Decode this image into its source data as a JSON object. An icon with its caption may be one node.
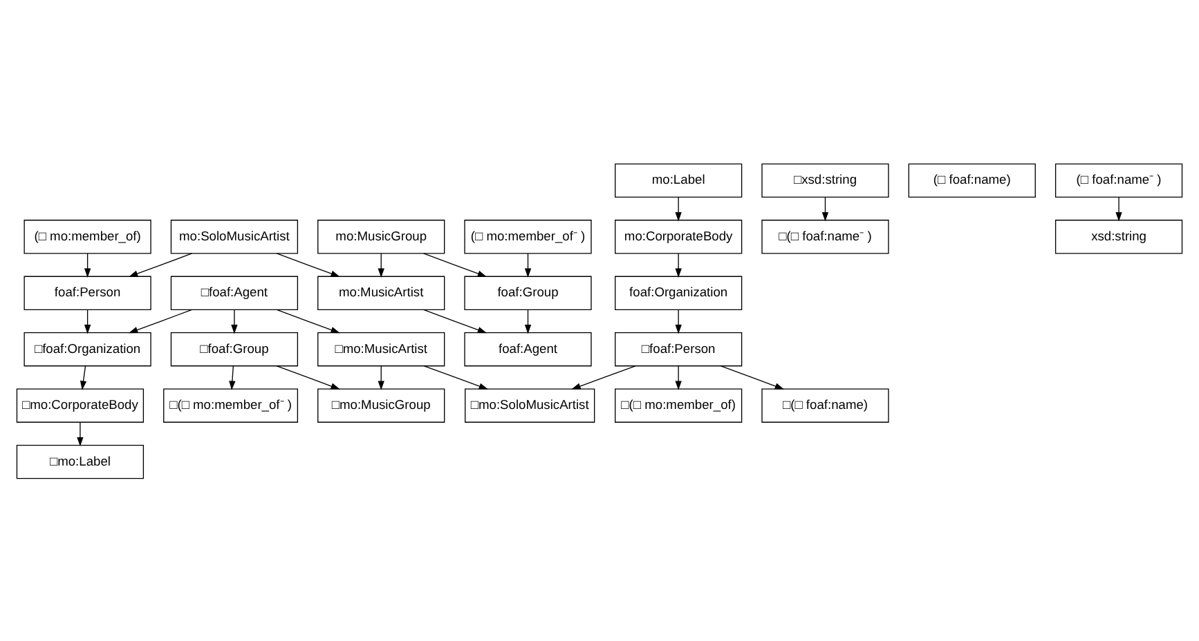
{
  "diagram": {
    "nodes": [
      {
        "text": [
          "□(□ mo:member_of)"
        ]
      },
      {
        "text": [
          "□(□ foaf:name)"
        ]
      },
      {
        "text": [
          "□mo:SoloMusicArtist"
        ]
      },
      {
        "text": [
          "□foaf:Person"
        ]
      },
      {
        "text": [
          "□mo:MusicArtist"
        ]
      },
      {
        "text": [
          "□mo:MusicGroup"
        ]
      },
      {
        "text": [
          "□foaf:Agent"
        ]
      },
      {
        "text": [
          "□foaf:Group"
        ]
      },
      {
        "text": [
          "□foaf:Organization"
        ]
      },
      {
        "text": [
          "□(□ mo:member_of⁻ )"
        ]
      },
      {
        "text": [
          "□mo:CorporateBody"
        ]
      },
      {
        "text": [
          "□mo:Label"
        ]
      },
      {
        "text": [
          "□(□ foaf:name⁻ )"
        ]
      },
      {
        "text": [
          "□xsd:string"
        ]
      },
      {
        "text": [
          "(□ foaf:name)"
        ]
      },
      {
        "text": [
          "(□ mo:member_of)"
        ]
      },
      {
        "text": [
          "foaf:Person"
        ]
      },
      {
        "text": [
          "mo:SoloMusicArtist"
        ]
      },
      {
        "text": [
          "mo:MusicArtist"
        ]
      },
      {
        "text": [
          "foaf:Agent"
        ]
      },
      {
        "text": [
          "mo:MusicGroup"
        ]
      },
      {
        "text": [
          "foaf:Organization"
        ]
      },
      {
        "text": [
          "foaf:Group"
        ]
      },
      {
        "text": [
          "mo:CorporateBody"
        ]
      },
      {
        "text": [
          "(□ mo:member_of⁻ )"
        ]
      },
      {
        "text": [
          "mo:Label"
        ]
      },
      {
        "text": [
          "xsd:string"
        ]
      },
      {
        "text": [
          "(□ foaf:name⁻ )"
        ]
      }
    ],
    "edges": [
      {
        "from": 3,
        "to": 0,
        "arrow": "to"
      },
      {
        "from": 3,
        "to": 1,
        "arrow": "to"
      },
      {
        "from": 3,
        "to": 2,
        "arrow": "to"
      },
      {
        "from": 4,
        "to": 2,
        "arrow": "to"
      },
      {
        "from": 4,
        "to": 5,
        "arrow": "to"
      },
      {
        "from": 6,
        "to": 4,
        "arrow": "to"
      },
      {
        "from": 6,
        "to": 7,
        "arrow": "to"
      },
      {
        "from": 7,
        "to": 5,
        "arrow": "to"
      },
      {
        "from": 6,
        "to": 8,
        "arrow": "to"
      },
      {
        "from": 7,
        "to": 9,
        "arrow": "to"
      },
      {
        "from": 8,
        "to": 10,
        "arrow": "to"
      },
      {
        "from": 10,
        "to": 11,
        "arrow": "to"
      },
      {
        "from": 13,
        "to": 12,
        "arrow": "to"
      },
      {
        "from": 21,
        "to": 3,
        "arrow": "to"
      },
      {
        "from": 16,
        "to": 8,
        "arrow": "to"
      },
      {
        "from": 15,
        "to": 16,
        "arrow": "to"
      },
      {
        "from": 17,
        "to": 16,
        "arrow": "to"
      },
      {
        "from": 17,
        "to": 18,
        "arrow": "to"
      },
      {
        "from": 18,
        "to": 19,
        "arrow": "to"
      },
      {
        "from": 20,
        "to": 18,
        "arrow": "to"
      },
      {
        "from": 20,
        "to": 22,
        "arrow": "to"
      },
      {
        "from": 22,
        "to": 19,
        "arrow": "to"
      },
      {
        "from": 23,
        "to": 21,
        "arrow": "to"
      },
      {
        "from": 25,
        "to": 23,
        "arrow": "to"
      },
      {
        "from": 24,
        "to": 22,
        "arrow": "to"
      },
      {
        "from": 27,
        "to": 26,
        "arrow": "to"
      }
    ]
  }
}
